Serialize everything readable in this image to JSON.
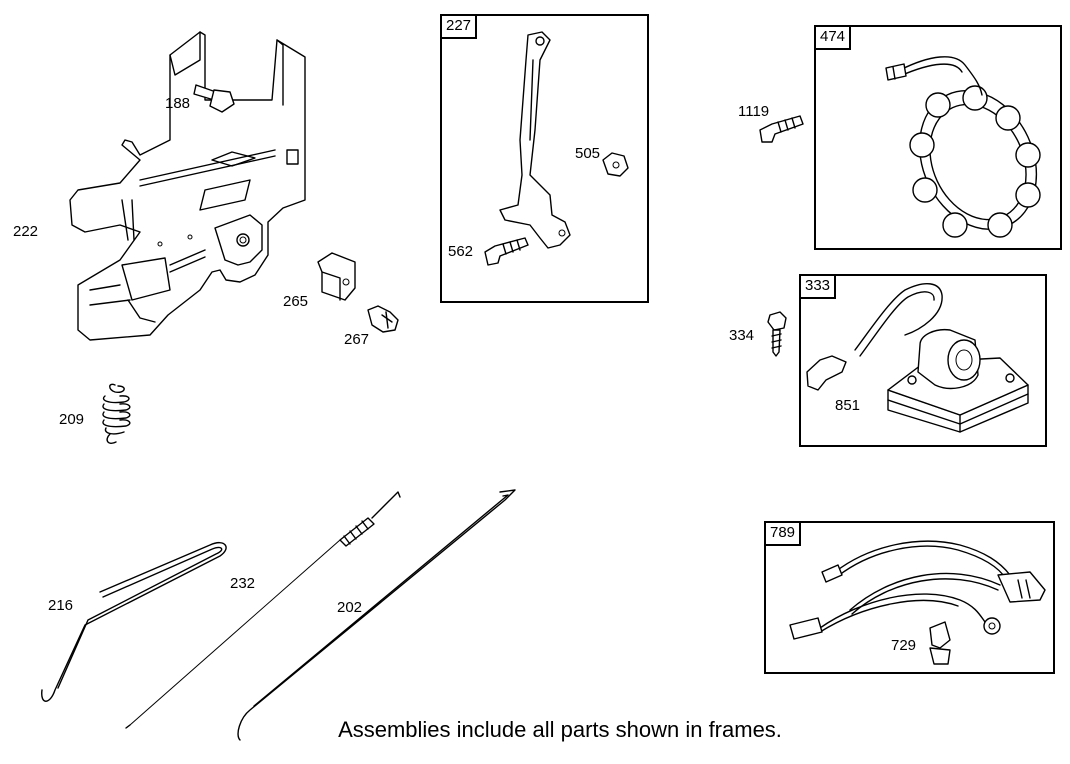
{
  "labels": {
    "p188": "188",
    "p222": "222",
    "p265": "265",
    "p267": "267",
    "p209": "209",
    "p227": "227",
    "p505": "505",
    "p562": "562",
    "p1119": "1119",
    "p474": "474",
    "p333": "333",
    "p334": "334",
    "p851": "851",
    "p216": "216",
    "p232": "232",
    "p202": "202",
    "p789": "789",
    "p729": "729"
  },
  "caption": "Assemblies include all parts shown in frames."
}
